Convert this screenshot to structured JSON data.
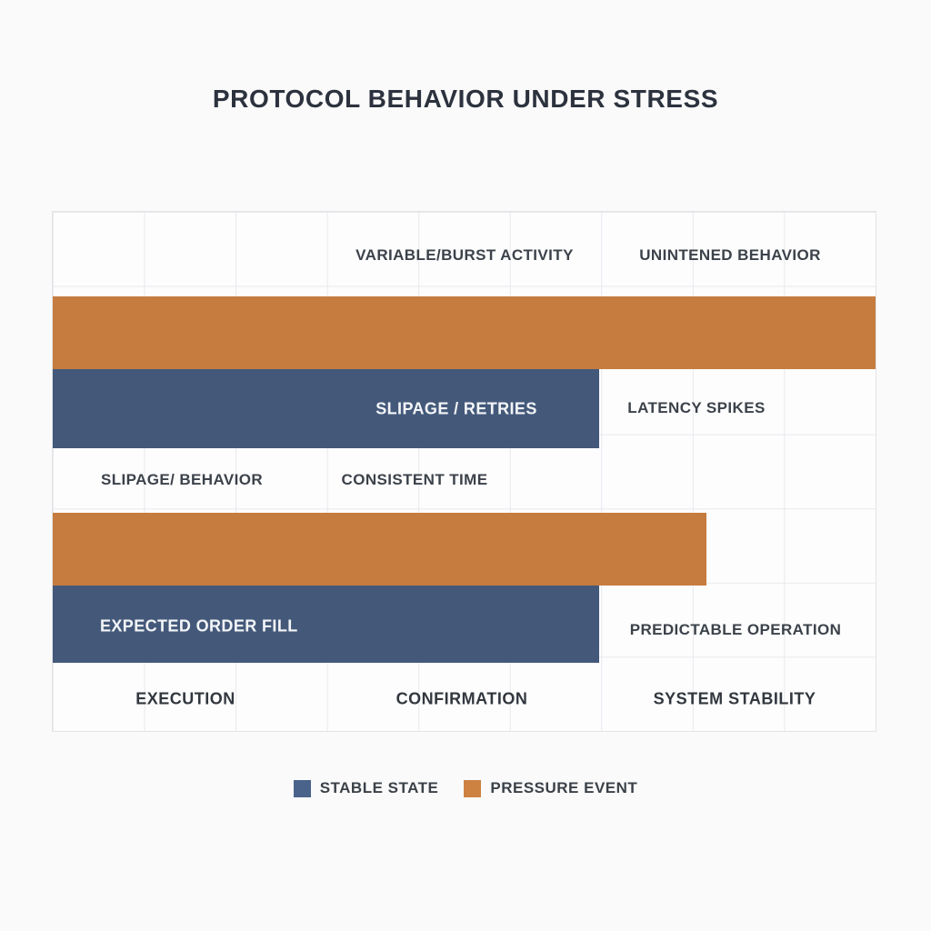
{
  "title": "PROTOCOL BEHAVIOR UNDER STRESS",
  "colors": {
    "stable_state": "#44597a",
    "pressure_event": "#c67c3e",
    "legend_stable_swatch": "#4a638b",
    "legend_pressure_swatch": "#cd8242",
    "page_background": "#fafafa",
    "grid_line": "#e9e9ed",
    "title_text": "#2c323e",
    "label_text": "#3c424a"
  },
  "chart_data": {
    "type": "bar",
    "orientation": "horizontal",
    "title": "PROTOCOL BEHAVIOR UNDER STRESS",
    "grid": true,
    "legend_position": "bottom",
    "series": [
      {
        "name": "STABLE STATE",
        "color": "#44597a",
        "values_pct_of_width": [
          66.4,
          66.4
        ]
      },
      {
        "name": "PRESSURE EVENT",
        "color": "#c67c3e",
        "values_pct_of_width": [
          100,
          79.5
        ]
      }
    ],
    "groups": [
      {
        "header_labels": [
          "VARIABLE/BURST ACTIVITY",
          "UNINTENED BEHAVIOR"
        ],
        "bars": [
          {
            "series": "PRESSURE EVENT",
            "width": "100%",
            "label": ""
          },
          {
            "series": "STABLE STATE",
            "width": "66.4%",
            "label": "SLIPAGE / RETRIES",
            "side_label": "LATENCY SPIKES"
          }
        ],
        "footer_labels": [
          "SLIPAGE/ BEHAVIOR",
          "CONSISTENT TIME"
        ]
      },
      {
        "header_labels": [],
        "bars": [
          {
            "series": "PRESSURE EVENT",
            "width": "79.5%",
            "label": ""
          },
          {
            "series": "STABLE STATE",
            "width": "66.4%",
            "label": "EXPECTED ORDER FILL",
            "side_label": "PREDICTABLE OPERATION"
          }
        ],
        "footer_labels": [
          "EXECUTION",
          "CONFIRMATION",
          "SYSTEM STABILITY"
        ]
      }
    ],
    "legend": [
      {
        "label": "STABLE STATE"
      },
      {
        "label": "PRESSURE EVENT"
      }
    ]
  }
}
